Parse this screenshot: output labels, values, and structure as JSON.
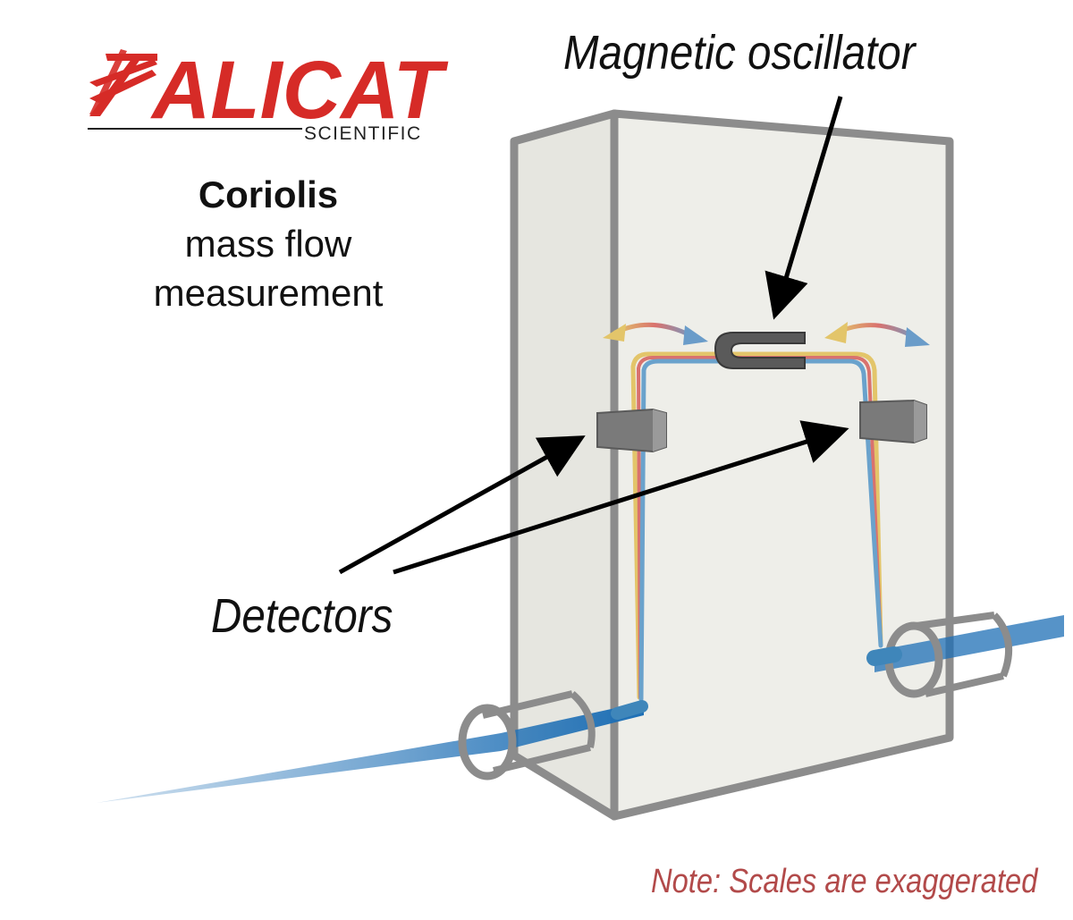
{
  "brand": {
    "name": "ALICAT",
    "subtitle": "SCIENTIFIC",
    "color": "#d62b27"
  },
  "title": {
    "bold": "Coriolis",
    "line1": "mass flow",
    "line2": "measurement"
  },
  "labels": {
    "oscillator": "Magnetic oscillator",
    "detectors": "Detectors"
  },
  "note": "Note: Scales are exaggerated",
  "colors": {
    "tube_blue": "#1e6fb5",
    "tube_red": "#d9726e",
    "tube_yellow": "#e3c56a",
    "housing_stroke": "#8c8c8c",
    "housing_fill": "#eeeee9",
    "note": "#b24a4a"
  }
}
